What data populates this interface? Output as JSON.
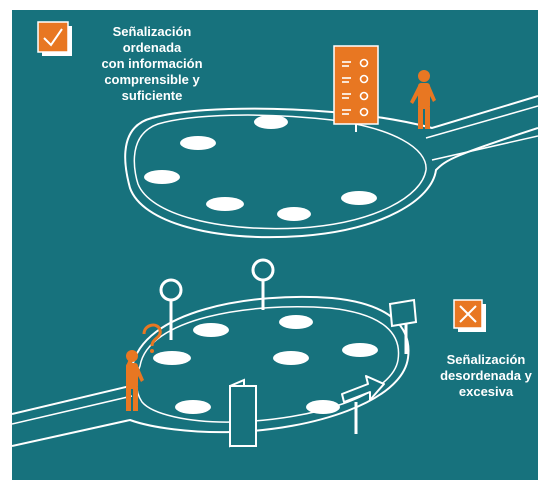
{
  "top_panel": {
    "status": "ordered",
    "badge_icon": "check-icon",
    "caption_lines": [
      "Señalización",
      "ordenada",
      "con información",
      "comprensible y",
      "suficiente"
    ]
  },
  "bottom_panel": {
    "status": "disordered",
    "badge_icon": "cross-icon",
    "caption_lines": [
      "Señalización",
      "desordenada y",
      "excesiva"
    ]
  },
  "colors": {
    "background": "#17727d",
    "accent": "#e87722",
    "line": "#ffffff",
    "frame": "#ffffff"
  }
}
